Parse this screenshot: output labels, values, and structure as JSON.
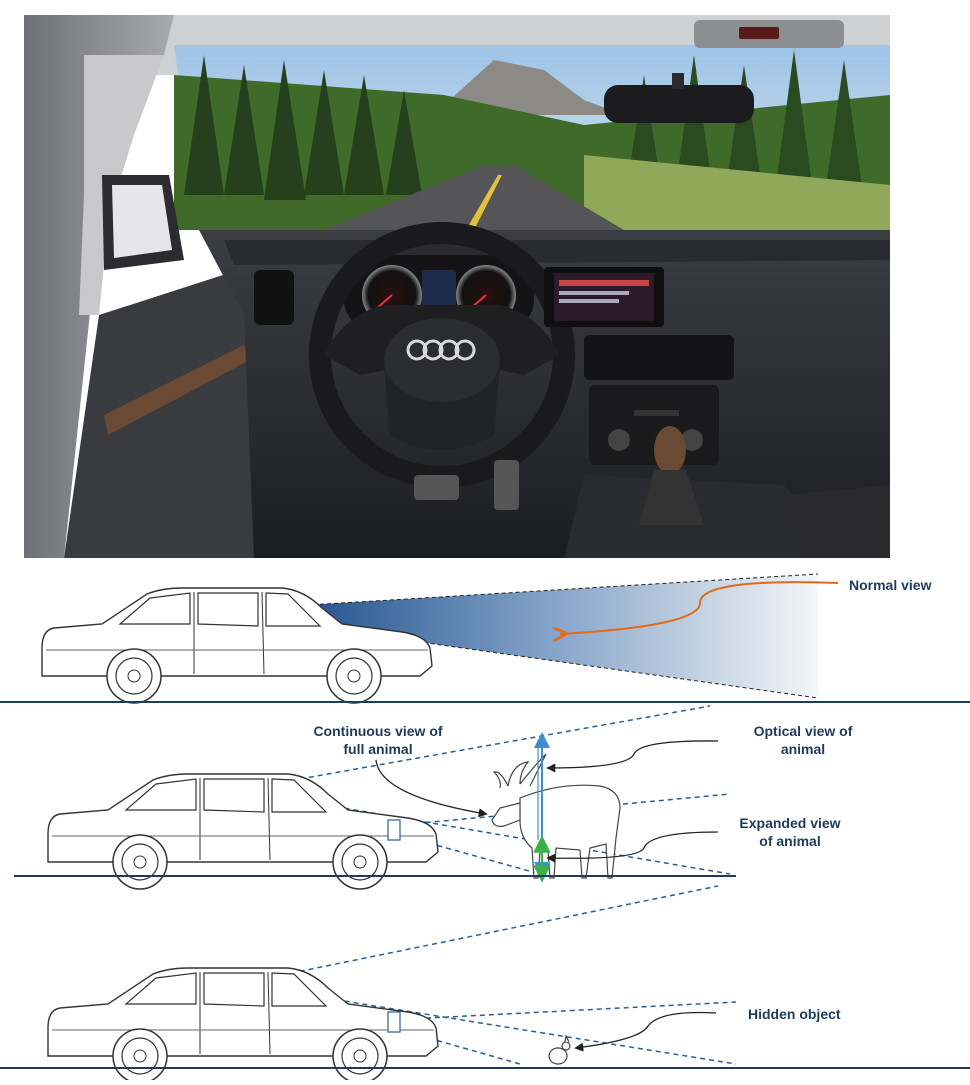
{
  "photo": {
    "brand_badge": "audi-rings",
    "description_icon": "car-interior-photo"
  },
  "labels": {
    "normal_view": "Normal view",
    "continuous_view": "Continuous view of\nfull animal",
    "optical_view": "Optical view of\nanimal",
    "expanded_view": "Expanded view\nof animal",
    "hidden_object": "Hidden object"
  },
  "colors": {
    "label_text": "#1f3a5a",
    "normal_view_arrow": "#e06a1a",
    "view_cone": "#1f4f8a",
    "dashed_lines": "#2a5f8f",
    "optical_bar": "#3d8fd0",
    "expanded_bar": "#3ab04a",
    "ground": "#1f3a5a"
  }
}
